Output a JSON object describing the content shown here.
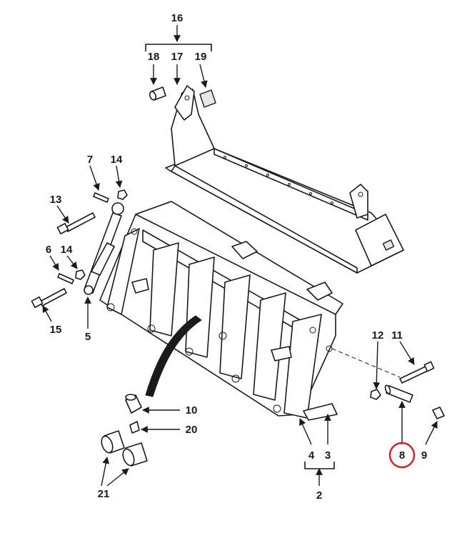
{
  "callouts": {
    "n2": "2",
    "n3": "3",
    "n4": "4",
    "n5": "5",
    "n6": "6",
    "n7": "7",
    "n8": "8",
    "n9": "9",
    "n10": "10",
    "n11": "11",
    "n12": "12",
    "n13": "13",
    "n14a": "14",
    "n14b": "14",
    "n15": "15",
    "n16": "16",
    "n17": "17",
    "n18": "18",
    "n19": "19",
    "n20": "20",
    "n21": "21"
  },
  "highlight": {
    "callout": "8",
    "color": "#d9202a"
  },
  "colors": {
    "ink": "#1a1a1a",
    "background": "#ffffff"
  }
}
